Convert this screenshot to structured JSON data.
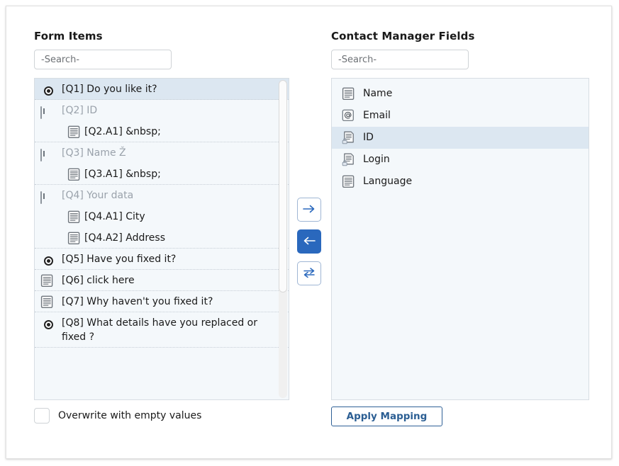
{
  "left_panel": {
    "title": "Form Items",
    "search": {
      "value": "",
      "placeholder": "-Search-"
    },
    "items": [
      {
        "icon": "radio-button-icon",
        "label": "[Q1] Do you like it?",
        "selected": true,
        "child": false,
        "muted": false
      },
      {
        "icon": "text-input-icon",
        "label": "[Q2] ID",
        "selected": false,
        "child": false,
        "muted": true
      },
      {
        "icon": "list-lines-icon",
        "label": "[Q2.A1] &nbsp;",
        "selected": false,
        "child": true,
        "muted": false
      },
      {
        "icon": "text-input-icon",
        "label": "[Q3] Name Ž",
        "selected": false,
        "child": false,
        "muted": true
      },
      {
        "icon": "list-lines-icon",
        "label": "[Q3.A1] &nbsp;",
        "selected": false,
        "child": true,
        "muted": false
      },
      {
        "icon": "text-input-icon",
        "label": "[Q4] Your data",
        "selected": false,
        "child": false,
        "muted": true
      },
      {
        "icon": "list-lines-icon",
        "label": "[Q4.A1] City",
        "selected": false,
        "child": true,
        "muted": false
      },
      {
        "icon": "list-lines-icon",
        "label": "[Q4.A2] Address",
        "selected": false,
        "child": true,
        "muted": false
      },
      {
        "icon": "radio-button-icon",
        "label": "[Q5] Have you fixed it?",
        "selected": false,
        "child": false,
        "muted": false
      },
      {
        "icon": "list-lines-icon",
        "label": "[Q6] click here",
        "selected": false,
        "child": false,
        "muted": false
      },
      {
        "icon": "list-lines-icon",
        "label": "[Q7] Why haven't you fixed it?",
        "selected": false,
        "child": false,
        "muted": false
      },
      {
        "icon": "radio-button-icon",
        "label": "[Q8] What details have you replaced or fixed ?",
        "selected": false,
        "child": false,
        "muted": false
      }
    ],
    "overwrite": {
      "label": "Overwrite with empty values",
      "checked": false
    }
  },
  "transfer": {
    "buttons": [
      {
        "name": "map-to-right-button",
        "icon": "arrow-right-icon",
        "active": false
      },
      {
        "name": "map-to-left-button",
        "icon": "arrow-left-icon",
        "active": true
      },
      {
        "name": "swap-mapping-button",
        "icon": "swap-arrows-icon",
        "active": false
      }
    ]
  },
  "right_panel": {
    "title": "Contact Manager Fields",
    "search": {
      "value": "",
      "placeholder": "-Search-"
    },
    "items": [
      {
        "icon": "list-lines-icon",
        "label": "Name",
        "selected": false
      },
      {
        "icon": "at-sign-icon",
        "label": "Email",
        "selected": false
      },
      {
        "icon": "locked-list-lines-icon",
        "label": "ID",
        "selected": true
      },
      {
        "icon": "locked-list-lines-icon",
        "label": "Login",
        "selected": false
      },
      {
        "icon": "list-lines-icon",
        "label": "Language",
        "selected": false
      }
    ],
    "apply_button": "Apply Mapping"
  },
  "colors": {
    "selection": "#dce7f1",
    "list_background": "#f4f8fb",
    "list_border": "#d7dde3",
    "primary_button": "#2a68bd",
    "apply_button_text": "#2b5e93",
    "muted_text": "#9aa2ab"
  }
}
